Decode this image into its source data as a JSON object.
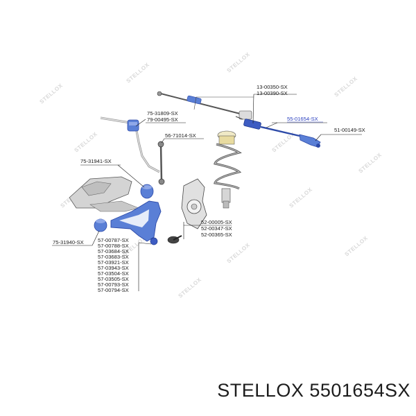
{
  "labels": {
    "tie_rod": [
      "13-00350-SX",
      "13-00390-SX"
    ],
    "stab_link_upper": [
      "75-31809-SX",
      "79-00495-SX"
    ],
    "highlighted": "55-01654-SX",
    "tie_end": "51-00149-SX",
    "stab_link": "56-71014-SX",
    "bushing_upper": "75-31941-SX",
    "ball_joint": [
      "52-00005-SX",
      "52-00347-SX",
      "52-00365-SX"
    ],
    "bushing_lower": "75-31940-SX",
    "control_arm": [
      "57-00787-SX",
      "57-00788-SX",
      "57-03684-SX",
      "57-03683-SX",
      "57-03921-SX",
      "57-03943-SX",
      "57-03504-SX",
      "57-03505-SX",
      "57-00793-SX",
      "57-00794-SX"
    ]
  },
  "watermark": "STELLOX",
  "footer": {
    "brand": "STELLOX",
    "part_number": "5501654SX"
  },
  "colors": {
    "part_blue": "#5a7fd6",
    "part_blue_dark": "#2d4aa8",
    "highlight": "#2a3fbf",
    "line": "#1a1a1a",
    "body_grey": "#d4d4d4"
  }
}
